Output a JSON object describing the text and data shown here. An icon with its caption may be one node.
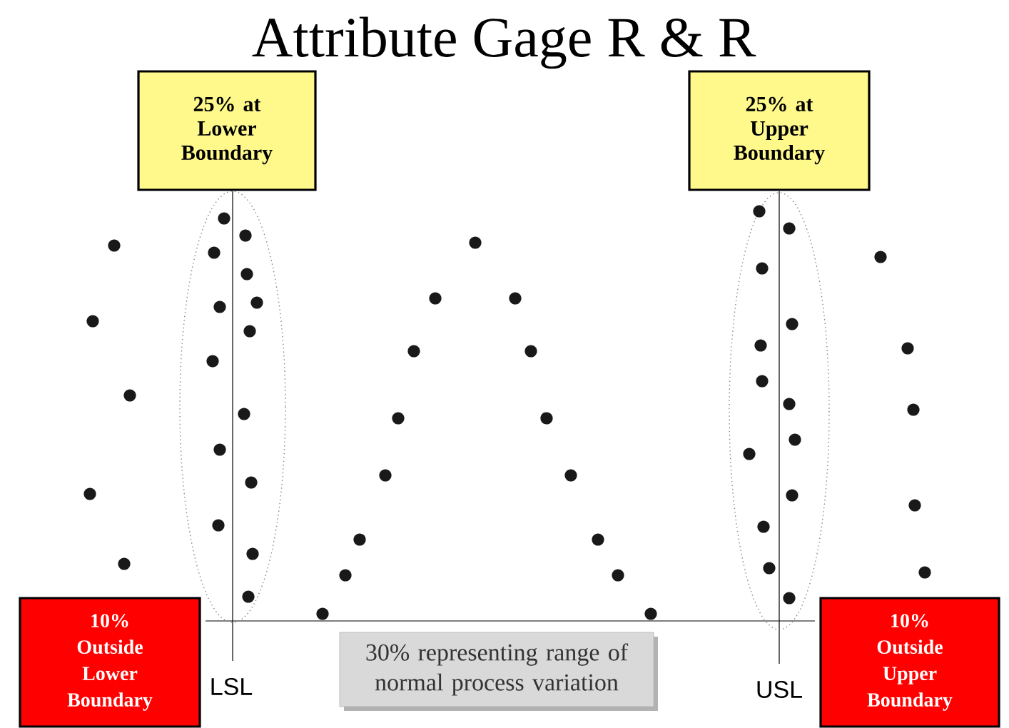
{
  "diagram": {
    "title": "Attribute Gage R & R",
    "nodes": [
      {
        "text": [
          "25% at Lower Boundary"
        ]
      },
      {
        "text": [
          "25% at Upper Boundary"
        ]
      },
      {
        "text": [
          "10% Outside Lower Boundary"
        ]
      },
      {
        "text": [
          "10% Outside Upper Boundary"
        ]
      },
      {
        "text": [
          "30% representing range of normal process variation"
        ]
      }
    ],
    "labels": [
      "LSL",
      "USL"
    ]
  }
}
